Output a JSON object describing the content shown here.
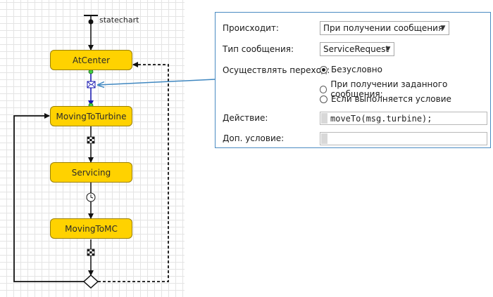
{
  "diagram": {
    "statechart_label": "statechart",
    "states": [
      {
        "label": "AtCenter"
      },
      {
        "label": "MovingToTurbine"
      },
      {
        "label": "Servicing"
      },
      {
        "label": "MovingToMC"
      }
    ]
  },
  "properties": {
    "trigger_label": "Происходит:",
    "trigger_value": "При получении сообщения",
    "message_type_label": "Тип сообщения:",
    "message_type_value": "ServiceRequest",
    "fire_label": "Осуществлять переход:",
    "fire_options": [
      {
        "label": "Безусловно",
        "checked": true
      },
      {
        "label": "При получении заданного сообщения:",
        "checked": false
      },
      {
        "label": "Если выполняется условие",
        "checked": false
      }
    ],
    "action_label": "Действие:",
    "action_value": "moveTo(msg.turbine);",
    "guard_label": "Доп. условие:",
    "guard_value": ""
  },
  "colors": {
    "state_fill": "#ffd200",
    "panel_border": "#4a8bc2",
    "message_trigger": "#1515b0"
  },
  "icons": {
    "message_trigger": "envelope-icon",
    "rate_trigger": "checkered-flag-icon",
    "timeout_trigger": "clock-icon",
    "branch": "diamond-icon"
  }
}
